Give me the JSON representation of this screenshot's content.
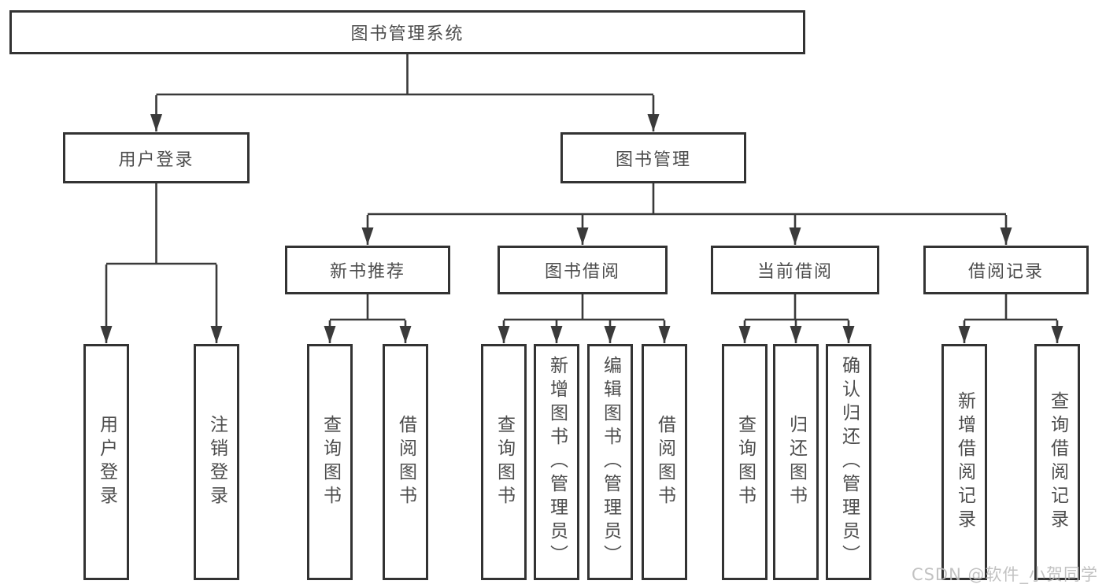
{
  "tree": {
    "root": {
      "label": "图书管理系统"
    },
    "branches": [
      {
        "label": "用户登录",
        "children": [
          {
            "label": "用户登录"
          },
          {
            "label": "注销登录"
          }
        ]
      },
      {
        "label": "图书管理",
        "children": [
          {
            "label": "新书推荐",
            "children": [
              {
                "label": "查询图书"
              },
              {
                "label": "借阅图书"
              }
            ]
          },
          {
            "label": "图书借阅",
            "children": [
              {
                "label": "查询图书"
              },
              {
                "label": "新增图书（管理员）"
              },
              {
                "label": "编辑图书（管理员）"
              },
              {
                "label": "借阅图书"
              }
            ]
          },
          {
            "label": "当前借阅",
            "children": [
              {
                "label": "查询图书"
              },
              {
                "label": "归还图书"
              },
              {
                "label": "确认归还（管理员）"
              }
            ]
          },
          {
            "label": "借阅记录",
            "children": [
              {
                "label": "新增借阅记录"
              },
              {
                "label": "查询借阅记录"
              }
            ]
          }
        ]
      }
    ]
  },
  "watermark": {
    "text": "CSDN @软件_小贺同学"
  },
  "colors": {
    "line": "#3a3a3a",
    "border": "#333333",
    "fill": "#ffffff",
    "text": "#4d4d4d",
    "watermark": "#bcbcbc"
  }
}
